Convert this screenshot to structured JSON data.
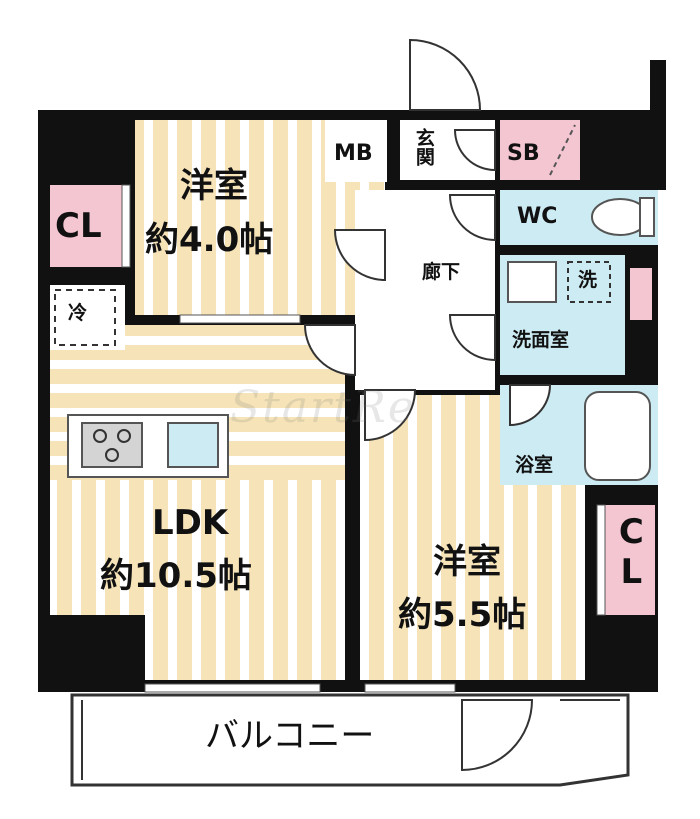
{
  "rooms": {
    "western1": {
      "name": "洋室",
      "size": "約4.0帖"
    },
    "ldk": {
      "name": "LDK",
      "size": "約10.5帖"
    },
    "western2": {
      "name": "洋室",
      "size": "約5.5帖"
    },
    "mb": "MB",
    "genkan": "玄関",
    "sb": "SB",
    "wc": "WC",
    "corridor": "廊下",
    "laundry": "洗",
    "washroom": "洗面室",
    "bath": "浴室",
    "cl_left": "CL",
    "cl_right": "CL",
    "fridge": "冷",
    "balcony": "バルコニー"
  },
  "watermark": "StartRe",
  "colors": {
    "floor": "#f6e3b8",
    "floor_stripe": "#ffffff",
    "wall": "#111111",
    "closet": "#f4c6d2",
    "wet_area": "#cdebf3",
    "door_area": "#ffffff"
  }
}
